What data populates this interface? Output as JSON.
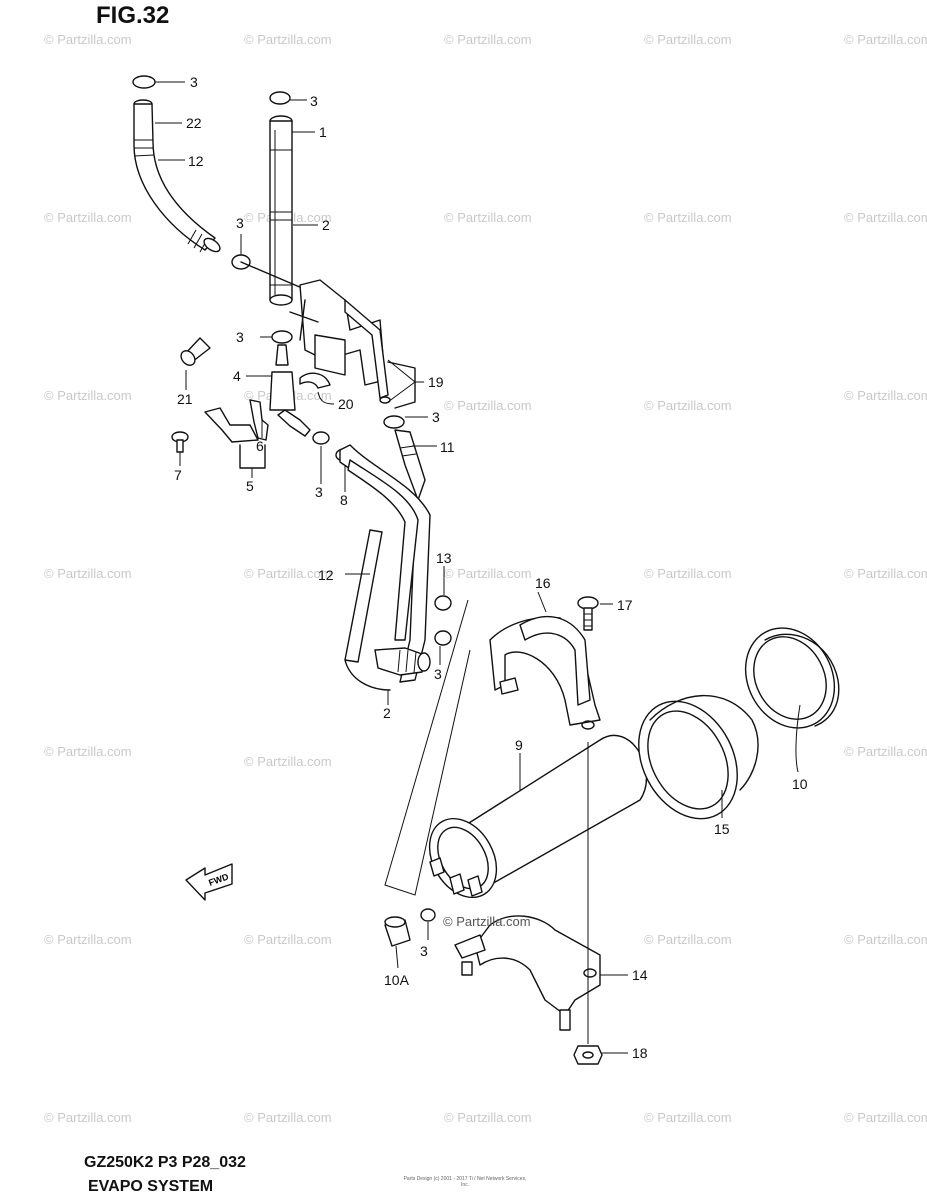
{
  "figure": {
    "title": "FIG.32",
    "model_code": "GZ250K2 P3 P28_032",
    "system_name": "EVAPO SYSTEM",
    "footer_note": "Parts Design (c) 2001 - 2017 Ti / Net Network Services, Inc.",
    "watermark_text": "© Partzilla.com",
    "fwd_arrow_text": "FWD"
  },
  "callouts": [
    "3",
    "22",
    "12",
    "3",
    "1",
    "2",
    "3",
    "3",
    "4",
    "21",
    "19",
    "20",
    "3",
    "11",
    "6",
    "7",
    "5",
    "3",
    "8",
    "12",
    "13",
    "16",
    "17",
    "3",
    "2",
    "9",
    "10",
    "15",
    "3",
    "10A",
    "14",
    "18"
  ],
  "colors": {
    "line": "#111111",
    "watermark": "#c9c9c9",
    "background": "#ffffff"
  }
}
